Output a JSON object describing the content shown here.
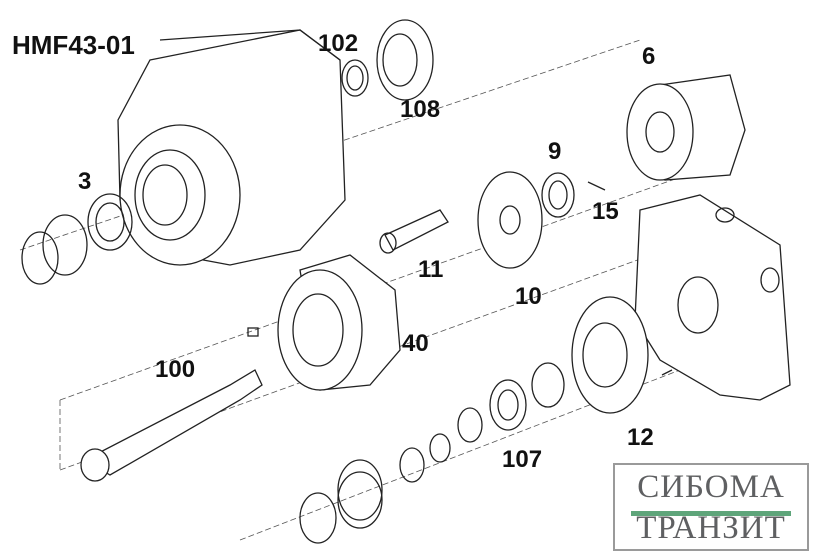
{
  "title": "HMF43-01",
  "labels": {
    "p102": "102",
    "p108": "108",
    "p6": "6",
    "p9": "9",
    "p15": "15",
    "p3": "3",
    "p11": "11",
    "p10": "10",
    "p40": "40",
    "p100": "100",
    "p12": "12",
    "p107": "107"
  },
  "logo": {
    "line1": "СИБОМА",
    "line2": "ТРАНЗИТ",
    "accent": "#5ea57a"
  }
}
